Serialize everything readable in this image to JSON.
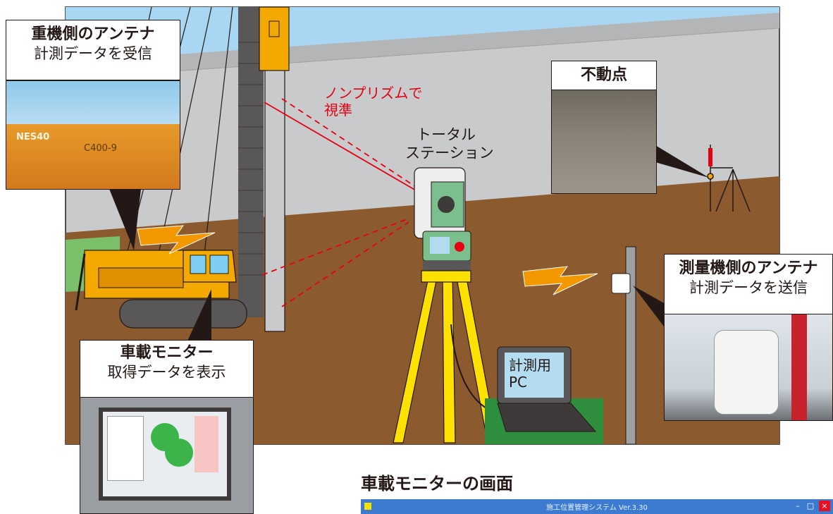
{
  "heavy_antenna": {
    "title": "重機側のアンテナ",
    "subtitle": "計測データを受信"
  },
  "fixed_point": {
    "title": "不動点"
  },
  "nonprism": {
    "line1": "ノンプリズムで",
    "line2": "視準"
  },
  "total_station": {
    "line1": "トータル",
    "line2": "ステーション"
  },
  "survey_antenna": {
    "title": "測量機側のアンテナ",
    "subtitle": "計測データを送信"
  },
  "onboard_monitor": {
    "title": "車載モニター",
    "subtitle": "取得データを表示"
  },
  "pc": {
    "line1": "計測用",
    "line2": "PC"
  },
  "machine_plate": {
    "brand": "NES40",
    "model": "C400-9"
  },
  "monitor_screen": {
    "heading": "車載モニターの画面",
    "window_title": "施工位置管理システム  Ver.3.30",
    "min_btn": "–",
    "max_btn": "□",
    "close_btn": "×"
  },
  "colors": {
    "sky": "#a9d6f2",
    "wall": "#c9cacb",
    "ground": "#8b5a2e",
    "crane": "#f4a900",
    "tripod": "#ffe100",
    "signal": "#f39800",
    "aim_line": "#e60012"
  }
}
